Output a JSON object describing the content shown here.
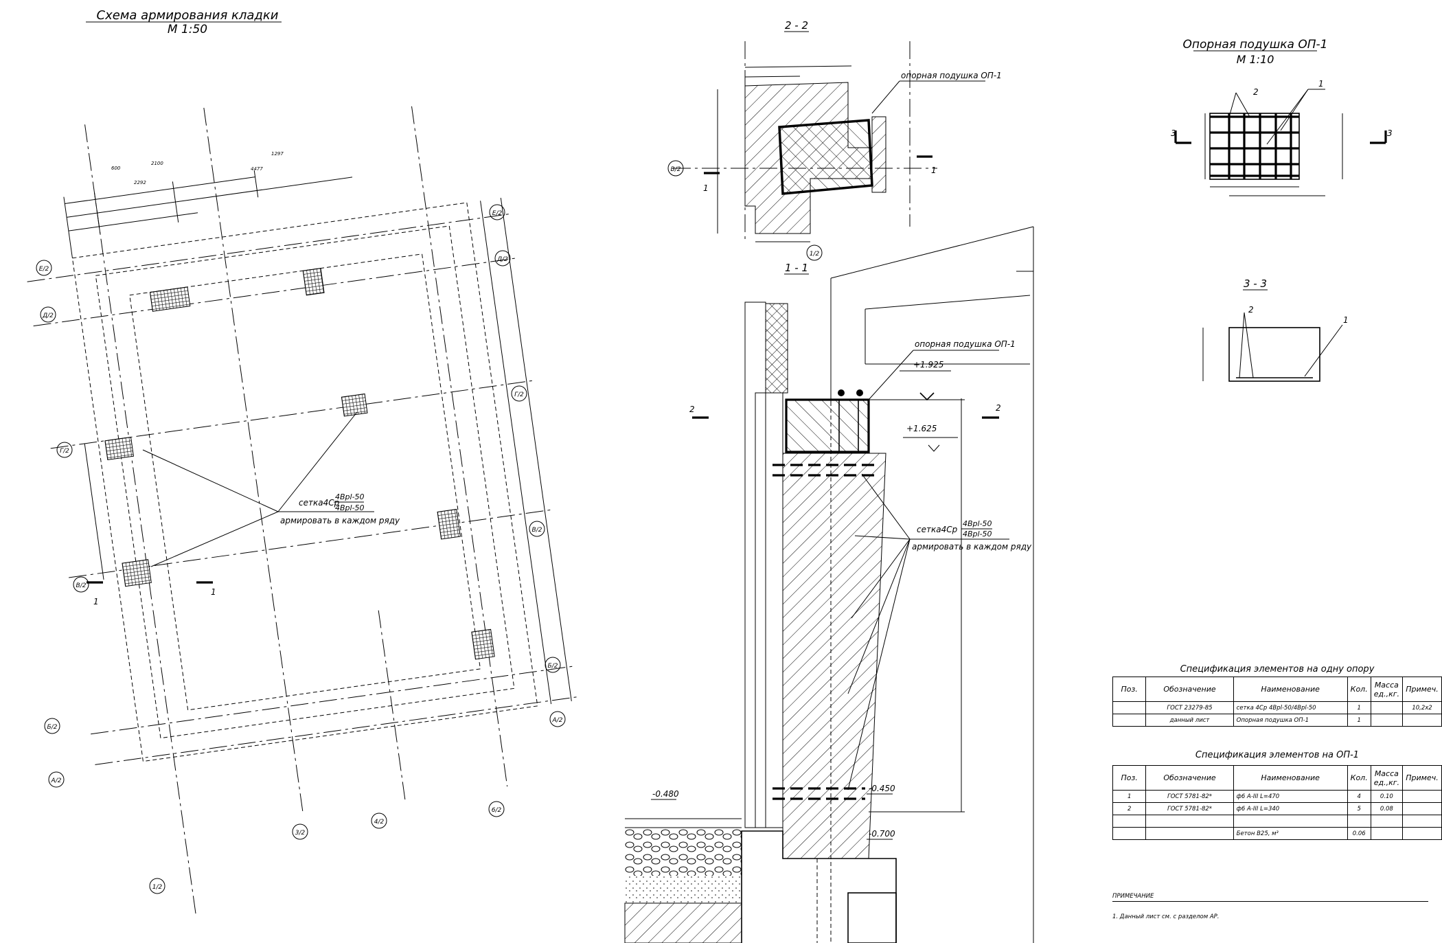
{
  "plan": {
    "title": "Схема армирования кладки",
    "scale": "М 1:50",
    "mesh_label": "сетка4Ср",
    "mesh_spec_top": "4Врl-50",
    "mesh_spec_bottom": "4Врl-50",
    "mesh_note": "армировать в каждом ряду",
    "axes": [
      "Е/2",
      "Д/2",
      "Г/2",
      "В/2",
      "Б/2",
      "А/2",
      "1/2",
      "3/2",
      "4/2",
      "6/2"
    ],
    "dims": [
      "600",
      "2100",
      "1297",
      "2292",
      "4477"
    ],
    "section_mark": "1"
  },
  "section22": {
    "title": "2 - 2",
    "label": "опорная подушка ОП-1",
    "axis_left": "В/2",
    "axis_bottom": "1/2",
    "mark": "1"
  },
  "section11": {
    "title": "1 - 1",
    "label": "опорная подушка ОП-1",
    "lev1": "+1.925",
    "lev2": "+1.625",
    "lev3": "-0.450",
    "lev4": "-0.480",
    "lev5": "-0.700",
    "mesh_label": "сетка4Ср",
    "mesh_spec_top": "4Врl-50",
    "mesh_spec_bottom": "4Врl-50",
    "mesh_note": "армировать в каждом ряду",
    "mark": "2"
  },
  "pad": {
    "title": "Опорная подушка ОП-1",
    "scale": "М 1:10",
    "pos1": "1",
    "pos2": "2",
    "mark": "3",
    "sec_title": "3 - 3"
  },
  "spec1": {
    "title": "Спецификация элементов на одну опору",
    "headers": [
      "Поз.",
      "Обозначение",
      "Наименование",
      "Кол.",
      "Масса ед.,кг.",
      "Примеч."
    ],
    "rows": [
      [
        "",
        "ГОСТ 23279-85",
        "сетка 4Ср 4Врl-50/4Врl-50",
        "1",
        "",
        "10,2х2"
      ],
      [
        "",
        "данный лист",
        "Опорная подушка ОП-1",
        "1",
        "",
        ""
      ]
    ]
  },
  "spec2": {
    "title": "Спецификация элементов на ОП-1",
    "headers": [
      "Поз.",
      "Обозначение",
      "Наименование",
      "Кол.",
      "Масса ед.,кг.",
      "Примеч."
    ],
    "rows": [
      [
        "1",
        "ГОСТ 5781-82*",
        "ф6 А-III L=470",
        "4",
        "0.10",
        ""
      ],
      [
        "2",
        "ГОСТ 5781-82*",
        "ф6 А-III L=340",
        "5",
        "0.08",
        ""
      ],
      [
        "",
        "",
        "",
        "",
        "",
        ""
      ],
      [
        "",
        "",
        "Бетон В25, м³",
        "0.06",
        "",
        ""
      ]
    ]
  },
  "notes": {
    "title": "ПРИМЕЧАНИЕ",
    "line1": "1. Данный лист см. с разделом АР."
  }
}
